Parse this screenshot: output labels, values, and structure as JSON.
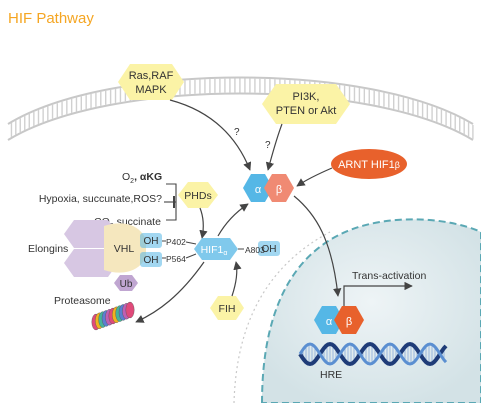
{
  "title": "HIF Pathway",
  "colors": {
    "title": "#f5a623",
    "membrane": "#c8c8c8",
    "nucleus_fill": "#dfe9ec",
    "nucleus_edge": "#5aa8b4",
    "yellow": "#fbf3a6",
    "alpha": "#55b7e6",
    "beta": "#f08a73",
    "arnt": "#e8612c",
    "hex_purple": "#d7c7e3",
    "vhl": "#f5e7be",
    "ub": "#c0a6d1",
    "text": "#333333",
    "dna_dark": "#1f3c78",
    "dna_light": "#5b8fd1"
  },
  "labels": {
    "ras": [
      "Ras,RAF",
      "MAPK"
    ],
    "pi3k": [
      "PI3K,",
      "PTEN or Akt"
    ],
    "arnt": "ARNT HIF1",
    "arnt_greek": "β",
    "q1": "?",
    "q2": "?",
    "alpha": "α",
    "beta": "β",
    "o2": "O",
    "o2_sub": "2",
    "o2_rest": ", αKG",
    "hypoxia": "Hypoxia, succunate,ROS?",
    "co2": "CO",
    "co2_sub": "2",
    "co2_rest": " succinate",
    "phds": "PHDs",
    "elongins": "Elongins",
    "vhl": "VHL",
    "ub": "Ub",
    "oh_top": "OH",
    "oh_bottom": "OH",
    "oh_right": "OH",
    "p402": "P402",
    "p564": "P564",
    "hif": "HIF1",
    "hif_sub": "α",
    "a803": "A803",
    "fih": "FIH",
    "proteasome": "Proteasome",
    "trans": "Trans-activation",
    "hre": "HRE"
  }
}
